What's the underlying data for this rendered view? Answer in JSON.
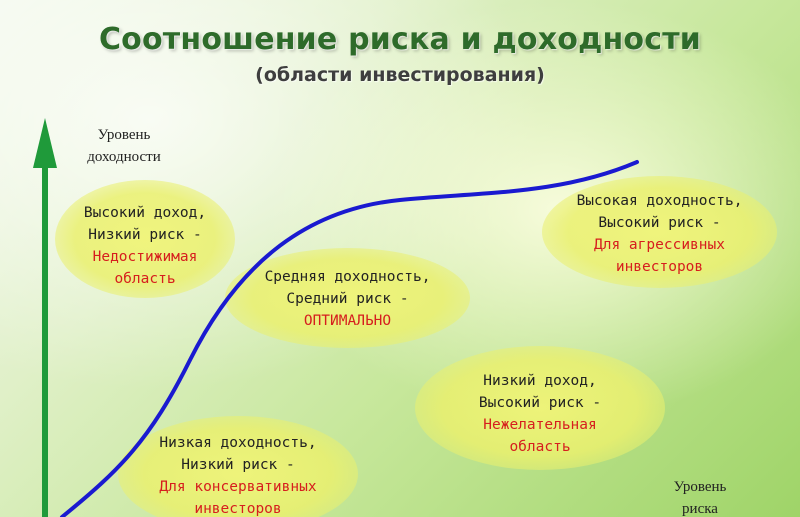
{
  "title": "Соотношение риска и доходности",
  "subtitle": "(области инвестирования)",
  "y_axis_label": [
    "Уровень",
    "доходности"
  ],
  "x_axis_label": [
    "Уровень",
    "риска"
  ],
  "zones": [
    {
      "id": "unattainable",
      "lines": [
        "Высокий доход,",
        "Низкий риск -"
      ],
      "accent_lines": [
        "Недостижимая",
        "область"
      ]
    },
    {
      "id": "optimal",
      "lines": [
        "Средняя доходность,",
        "Средний риск -"
      ],
      "accent_lines": [
        "ОПТИМАЛЬНО"
      ]
    },
    {
      "id": "aggressive",
      "lines": [
        "Высокая доходность,",
        "Высокий риск -"
      ],
      "accent_lines": [
        "Для агрессивных",
        "инвесторов"
      ]
    },
    {
      "id": "undesirable",
      "lines": [
        "Низкий доход,",
        "Высокий риск -"
      ],
      "accent_lines": [
        "Нежелательная",
        "область"
      ]
    },
    {
      "id": "conservative",
      "lines": [
        "Низкая доходность,",
        "Низкий риск -"
      ],
      "accent_lines": [
        "Для консервативных",
        "инвесторов"
      ]
    }
  ],
  "colors": {
    "title": "#2e6b2a",
    "axis_arrow": "#1f9a3a",
    "curve": "#1a1ad0",
    "accent_text": "#d61e1e",
    "zone_fill": "#eef06e"
  }
}
